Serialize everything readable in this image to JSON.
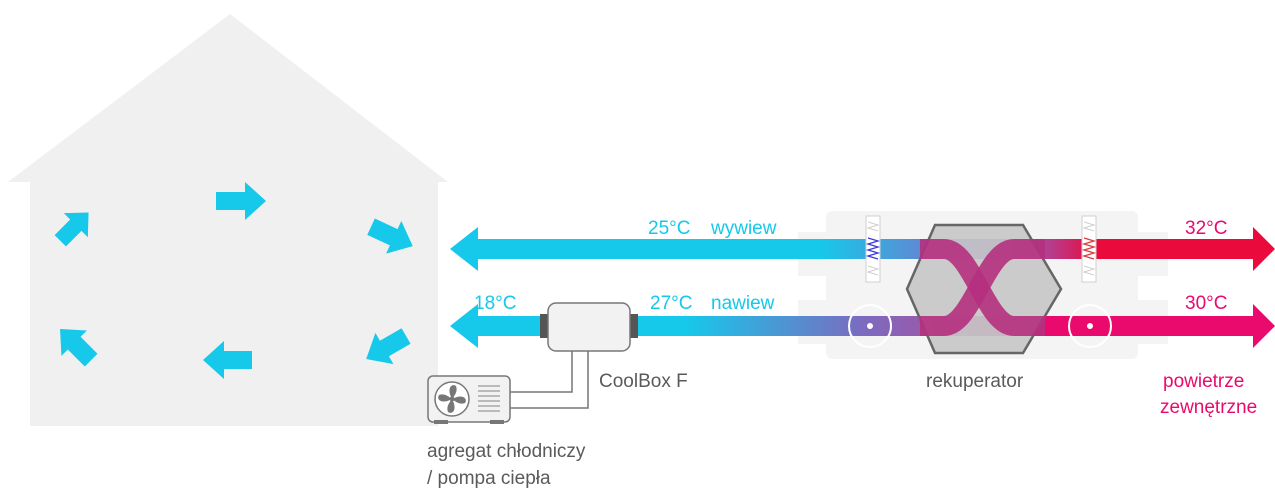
{
  "diagram": {
    "labels": {
      "exhaust_temp": "25°C",
      "exhaust_name": "wywiew",
      "supply_temp": "27°C",
      "supply_name": "nawiew",
      "cooled_temp": "18°C",
      "outside_top_temp": "32°C",
      "outside_bottom_temp": "30°C",
      "coolbox": "CoolBox F",
      "recuperator": "rekuperator",
      "outside_air_line1": "powietrze",
      "outside_air_line2": "zewnętrzne",
      "unit_line1": "agregat chłodniczy",
      "unit_line2": "/ pompa ciepła"
    },
    "colors": {
      "cold": "#16c8ea",
      "warm": "#ea0a6e",
      "mix": "#9b4fb0",
      "house": "#f0f0f0",
      "text_dark": "#5a5a5a"
    },
    "icons": [
      "house-icon",
      "airflow-arrow-icon",
      "fan-icon",
      "coil-icon",
      "heat-exchanger-icon"
    ]
  }
}
